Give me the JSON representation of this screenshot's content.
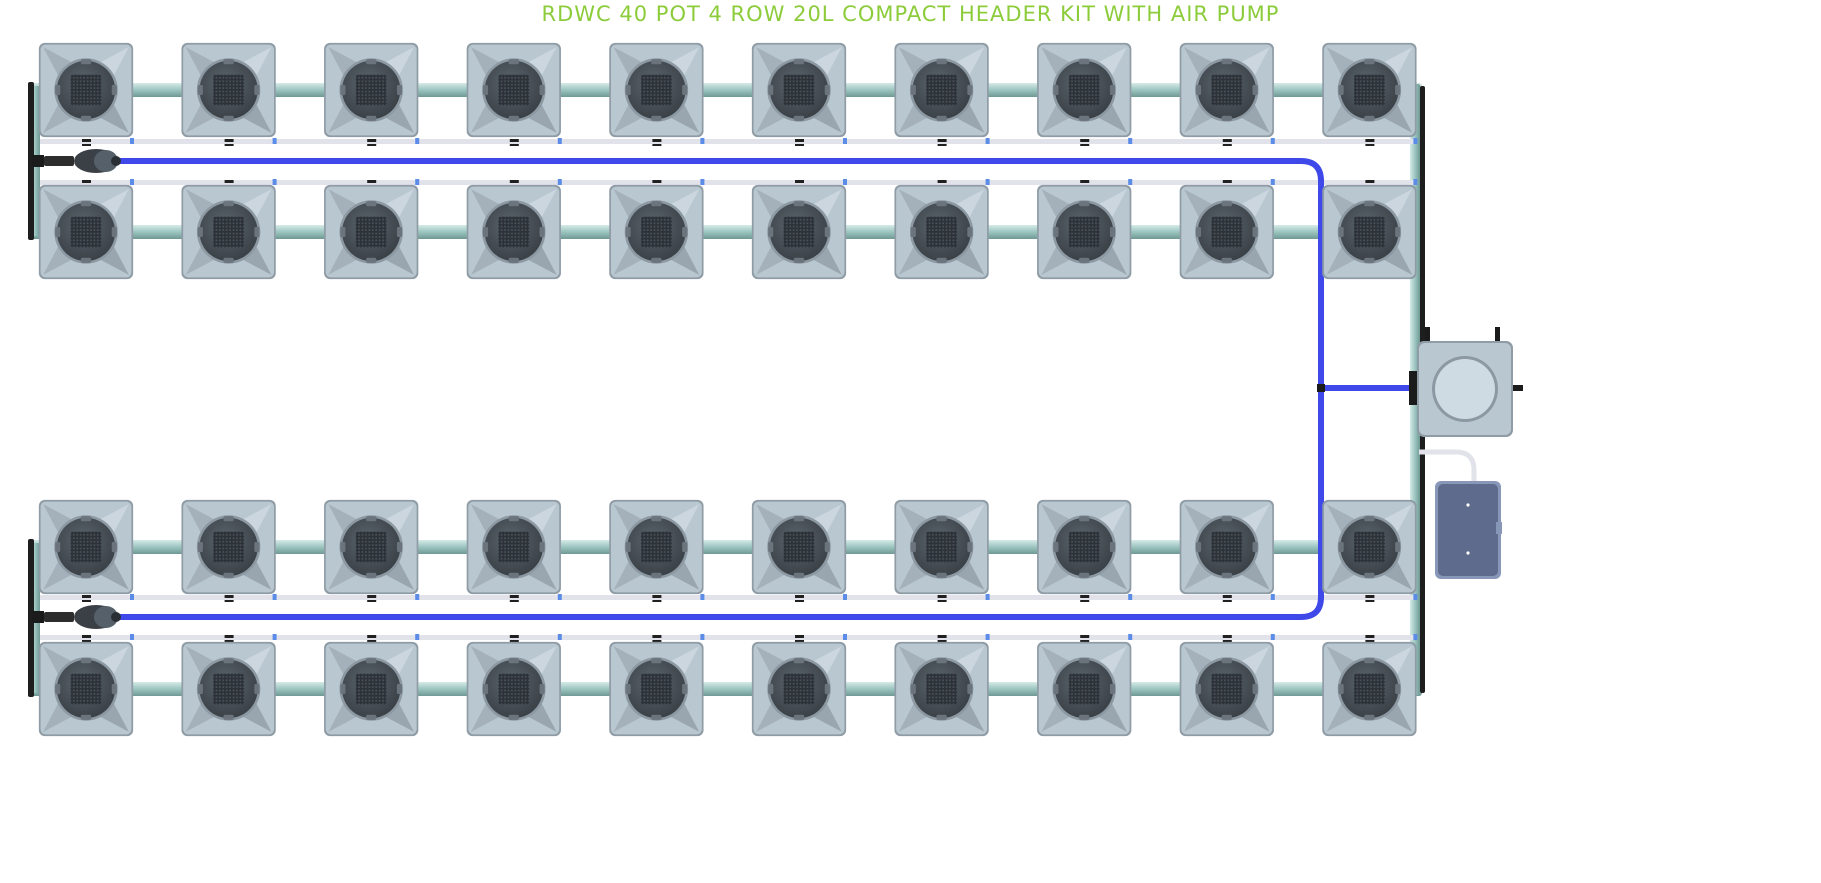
{
  "title": "RDWC 40 POT 4 ROW 20L COMPACT HEADER KIT WITH AIR PUMP",
  "layout": {
    "rows": 4,
    "pots_per_row": 10,
    "total_pots": 40,
    "pot_size": "20L",
    "components": [
      {
        "name": "grow-pot",
        "count": 40
      },
      {
        "name": "header-tank",
        "count": 1
      },
      {
        "name": "air-pump",
        "count": 1
      },
      {
        "name": "water-pump",
        "count": 2
      }
    ]
  },
  "colors": {
    "title": "#8ccc3a",
    "pot_body": "#b9c7d1",
    "pot_lid": "#4a5259",
    "pipe": "#9fc7c2",
    "return_line": "#3f48e8",
    "air_line": "#e2e2ea",
    "air_pump": "#5e6b8c"
  }
}
